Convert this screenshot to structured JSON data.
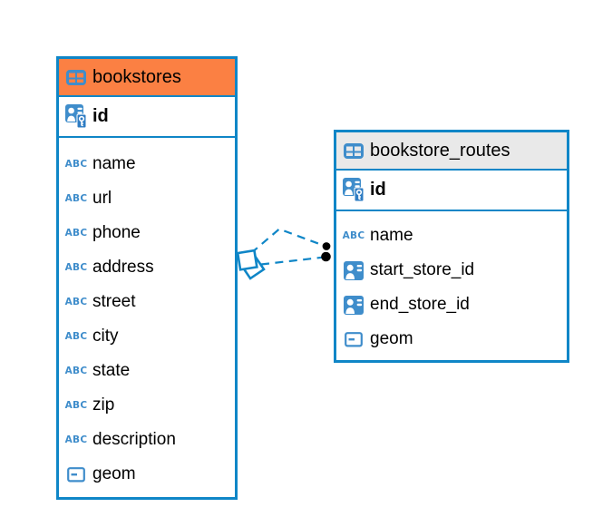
{
  "colors": {
    "table_border": "#0F86C7",
    "selected_header_bg": "#FB8043",
    "default_header_bg": "#E9E9E9",
    "icon_blue": "#3F8DCB",
    "key_badge_blue": "#2E7CC3",
    "relation_line": "#0F86C7",
    "relation_endpoint_dot": "#000000",
    "text": "#000000",
    "canvas_bg": "#FFFFFF"
  },
  "icons": {
    "abc_label": "ABC"
  },
  "tables": [
    {
      "name": "bookstores",
      "icon": "table-icon",
      "header_style": "selected",
      "primary_key": {
        "label": "id",
        "icon": "person-key-icon"
      },
      "columns": [
        {
          "label": "name",
          "icon": "abc-text-icon"
        },
        {
          "label": "url",
          "icon": "abc-text-icon"
        },
        {
          "label": "phone",
          "icon": "abc-text-icon"
        },
        {
          "label": "address",
          "icon": "abc-text-icon"
        },
        {
          "label": "street",
          "icon": "abc-text-icon"
        },
        {
          "label": "city",
          "icon": "abc-text-icon"
        },
        {
          "label": "state",
          "icon": "abc-text-icon"
        },
        {
          "label": "zip",
          "icon": "abc-text-icon"
        },
        {
          "label": "description",
          "icon": "abc-text-icon"
        },
        {
          "label": "geom",
          "icon": "object-icon"
        }
      ]
    },
    {
      "name": "bookstore_routes",
      "icon": "table-icon",
      "header_style": "default",
      "primary_key": {
        "label": "id",
        "icon": "person-key-icon"
      },
      "columns": [
        {
          "label": "name",
          "icon": "abc-text-icon"
        },
        {
          "label": "start_store_id",
          "icon": "person-ref-icon"
        },
        {
          "label": "end_store_id",
          "icon": "person-ref-icon"
        },
        {
          "label": "geom",
          "icon": "object-icon"
        }
      ]
    }
  ],
  "relationship": {
    "from_table": "bookstores",
    "to_table": "bookstore_routes",
    "line_style": "dashed",
    "from_marker": "overlapping-diamonds",
    "to_marker": "stacked-filled-circles",
    "line_count": 2
  }
}
